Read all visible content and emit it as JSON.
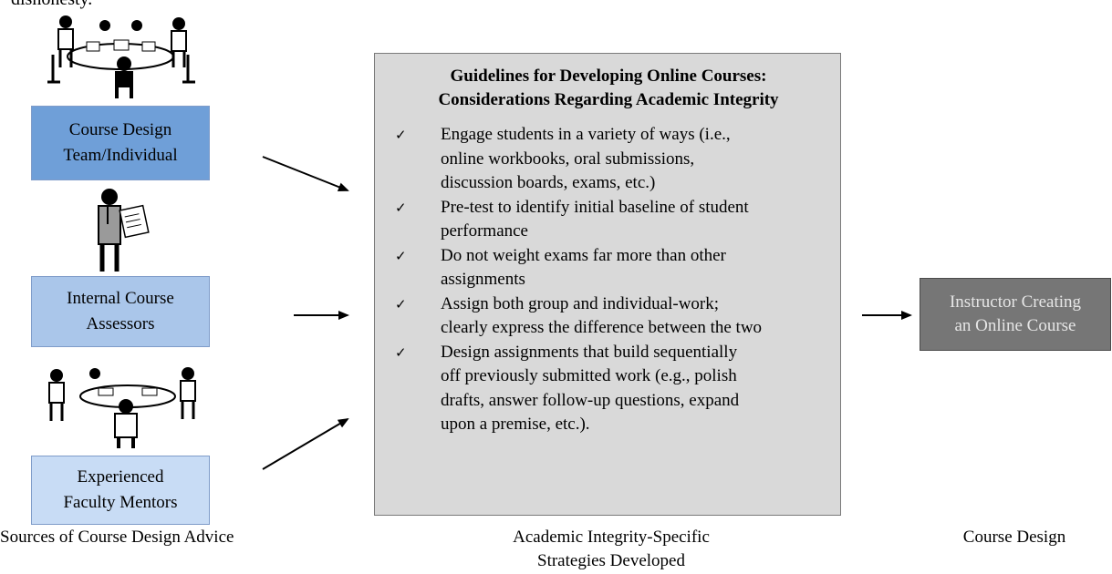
{
  "cut_text": "dishonesty.",
  "sources": {
    "design_team": [
      "Course Design",
      "Team/Individual"
    ],
    "assessors": [
      "Internal Course",
      "Assessors"
    ],
    "mentors": [
      "Experienced",
      "Faculty Mentors"
    ]
  },
  "guidelines": {
    "title": [
      "Guidelines for Developing Online Courses:",
      "Considerations Regarding Academic Integrity"
    ],
    "check_symbol": "✓",
    "items": [
      [
        "Engage students in a variety of ways (i.e.,",
        "online workbooks, oral submissions,",
        "discussion boards, exams, etc.)"
      ],
      [
        "Pre-test to identify initial baseline of student",
        "performance"
      ],
      [
        "Do not weight exams far more than other",
        "assignments"
      ],
      [
        "Assign both group and individual-work;",
        "clearly express the difference between the two"
      ],
      [
        "Design assignments  that build sequentially",
        "off previously submitted work (e.g., polish",
        "drafts, answer follow-up questions, expand",
        "upon a premise, etc.)."
      ]
    ]
  },
  "result": [
    "Instructor Creating",
    "an Online Course"
  ],
  "column_labels": {
    "sources": "Sources of Course Design Advice",
    "strategies": [
      "Academic Integrity-Specific",
      "Strategies Developed"
    ],
    "design": "Course Design"
  },
  "colors": {
    "design_team_box": "#6f9fd8",
    "assessors_box": "#aac6ea",
    "mentors_box": "#c8dcf5",
    "guidelines_box": "#d9d9d9",
    "result_box": "#767676"
  },
  "icons": [
    "meeting-table-icon",
    "presenter-with-chart-icon",
    "round-table-meeting-icon",
    "arrow-icon"
  ]
}
